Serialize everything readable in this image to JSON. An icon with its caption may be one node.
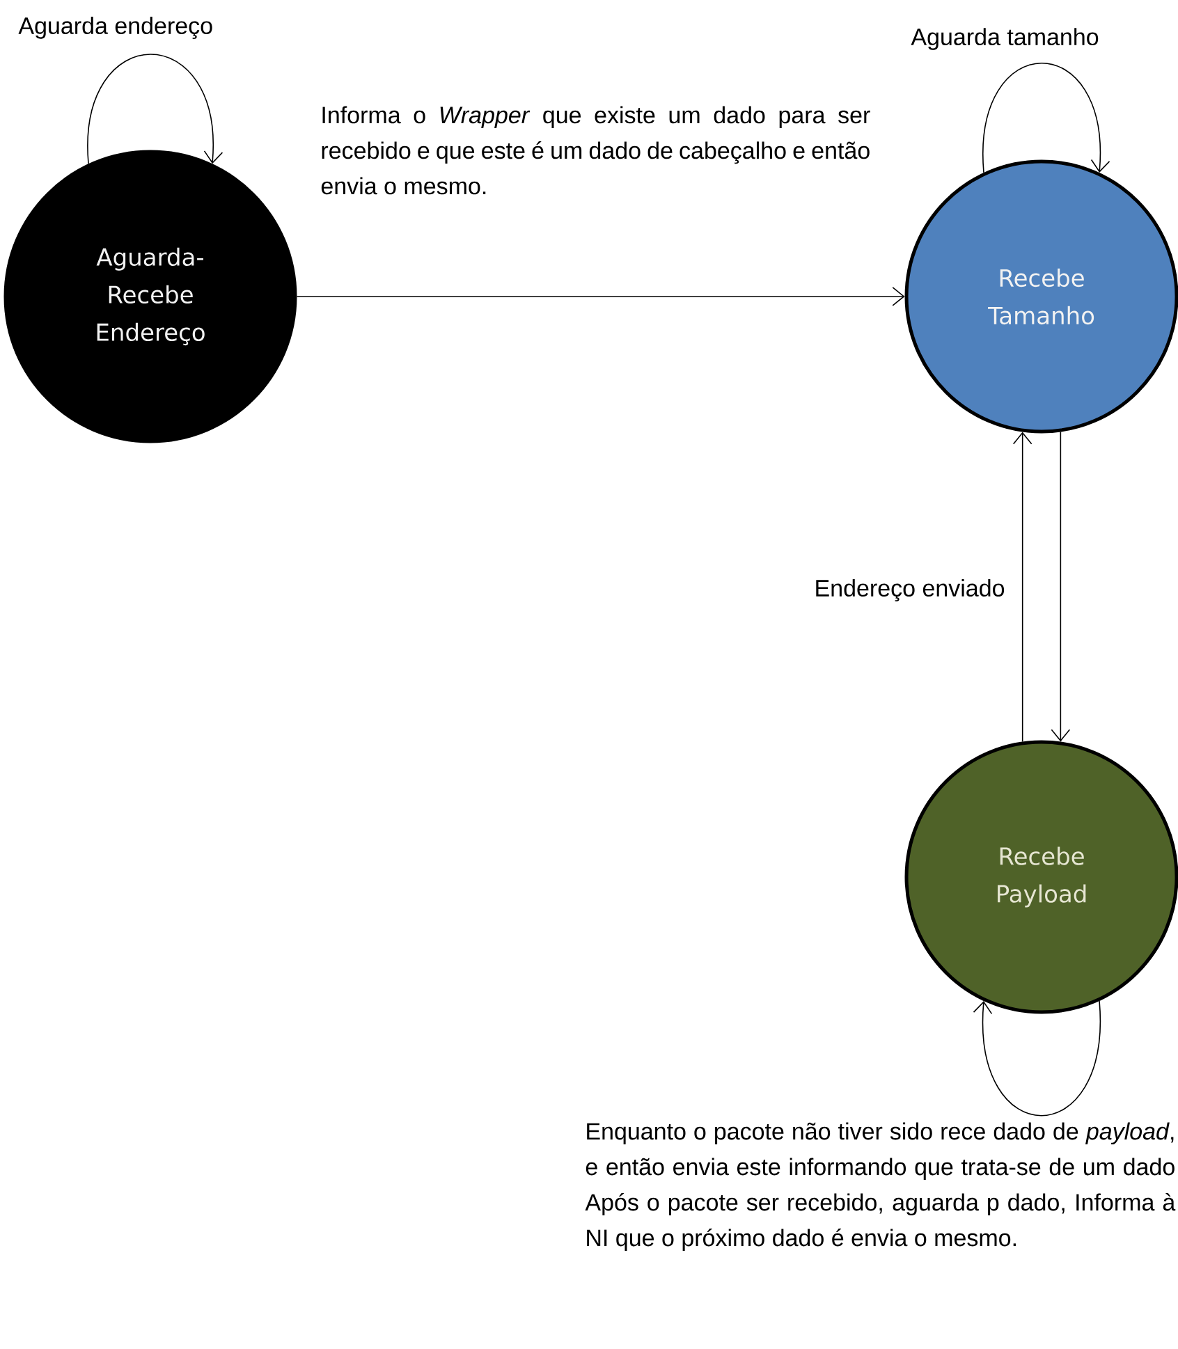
{
  "diagram": {
    "nodes": [
      {
        "text": [
          "Aguarda- Recebe Endereço"
        ]
      },
      {
        "text": [
          "Recebe Tamanho"
        ]
      },
      {
        "text": [
          "Recebe Payload"
        ]
      }
    ],
    "edges": [
      {
        "from": 0,
        "to": 0,
        "arrow": "to",
        "label": "Aguarda endereço"
      },
      {
        "from": 0,
        "to": 1,
        "arrow": "to",
        "label": "Informa o *Wrapper* que existe um dado para ser recebido e que este é um dado de cabeçalho e então envia o mesmo."
      },
      {
        "from": 1,
        "to": 1,
        "arrow": "to",
        "label": "Aguarda tamanho"
      },
      {
        "from": 1,
        "to": 2,
        "arrow": "to"
      },
      {
        "from": 2,
        "to": 1,
        "arrow": "to",
        "label": "Endereço enviado"
      },
      {
        "from": 2,
        "to": 2,
        "arrow": "to",
        "label": "Enquanto o pacote não tiver sido rece dado de *payload*, e então envia este informando que trata-se de um dado Após o pacote ser recebido, aguarda p dado, Informa à NI que o próximo dado é envia o mesmo."
      }
    ]
  }
}
